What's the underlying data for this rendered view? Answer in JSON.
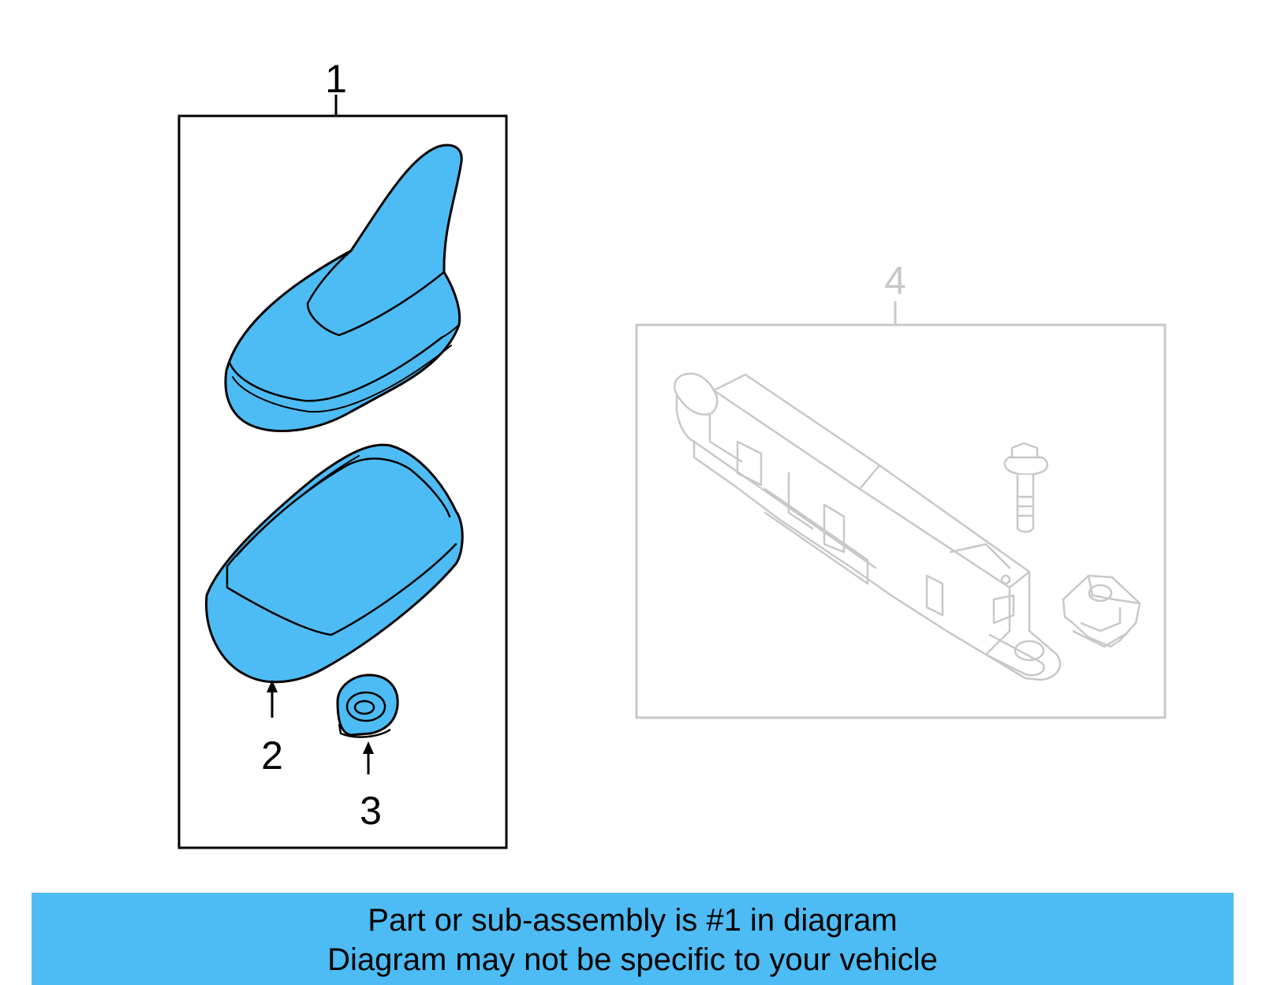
{
  "diagram": {
    "callouts": {
      "c1": "1",
      "c2": "2",
      "c3": "3",
      "c4": "4"
    },
    "parts": [
      {
        "callout": "1",
        "icon": "shark-fin-antenna-cover-icon",
        "highlighted": true
      },
      {
        "callout": "2",
        "icon": "antenna-base-pad-icon",
        "highlighted": true
      },
      {
        "callout": "3",
        "icon": "grommet-nut-icon",
        "highlighted": true
      },
      {
        "callout": "4",
        "icon": "antenna-amplifier-module-icon",
        "highlighted": false
      }
    ],
    "colors": {
      "highlight_fill": "#4dbcf4",
      "active_outline": "#000000",
      "inactive_outline": "#c8c8c8"
    }
  },
  "banner": {
    "line1": "Part or sub-assembly is #1 in diagram",
    "line2": "Diagram may not be specific to your vehicle",
    "background": "#4dbcf4"
  }
}
